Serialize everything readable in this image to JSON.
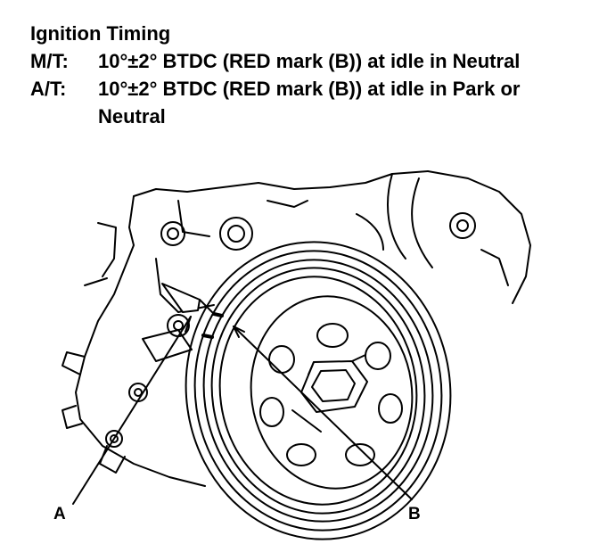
{
  "spec": {
    "title": "Ignition Timing",
    "mt_label": "M/T:",
    "mt_value": "10°±2° BTDC (RED mark (B)) at idle in Neutral",
    "at_label": "A/T:",
    "at_value": "10°±2° BTDC (RED mark (B)) at idle in Park or Neutral"
  },
  "callouts": {
    "a": "A",
    "b": "B"
  },
  "icons": {
    "pointer": "timing-pointer",
    "pulley": "crankshaft-pulley",
    "bolt": "pulley-bolt"
  }
}
